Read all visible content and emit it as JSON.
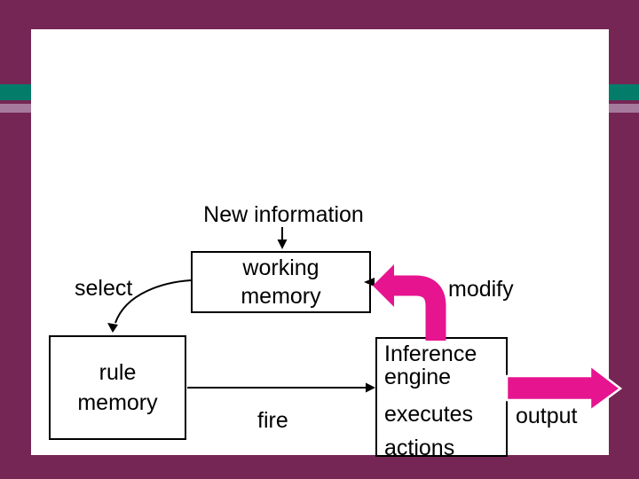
{
  "slide": {
    "colors": {
      "frame_purple": "#752655",
      "stripe_teal": "#037c6a",
      "stripe_mauve": "#a67a9c",
      "accent_pink": "#e6148f",
      "line_black": "#000000",
      "slide_background": "#ffffff"
    }
  },
  "diagram": {
    "top_label": "New information",
    "boxes": {
      "working_memory": {
        "line1": "working",
        "line2": "memory"
      },
      "rule_memory": {
        "line1": "rule",
        "line2": "memory"
      },
      "inference_engine": {
        "line1": "Inference",
        "line2": "engine",
        "line3": "executes",
        "line4": "actions"
      }
    },
    "edge_labels": {
      "select": "select",
      "modify": "modify",
      "fire": "fire",
      "output": "output"
    }
  }
}
